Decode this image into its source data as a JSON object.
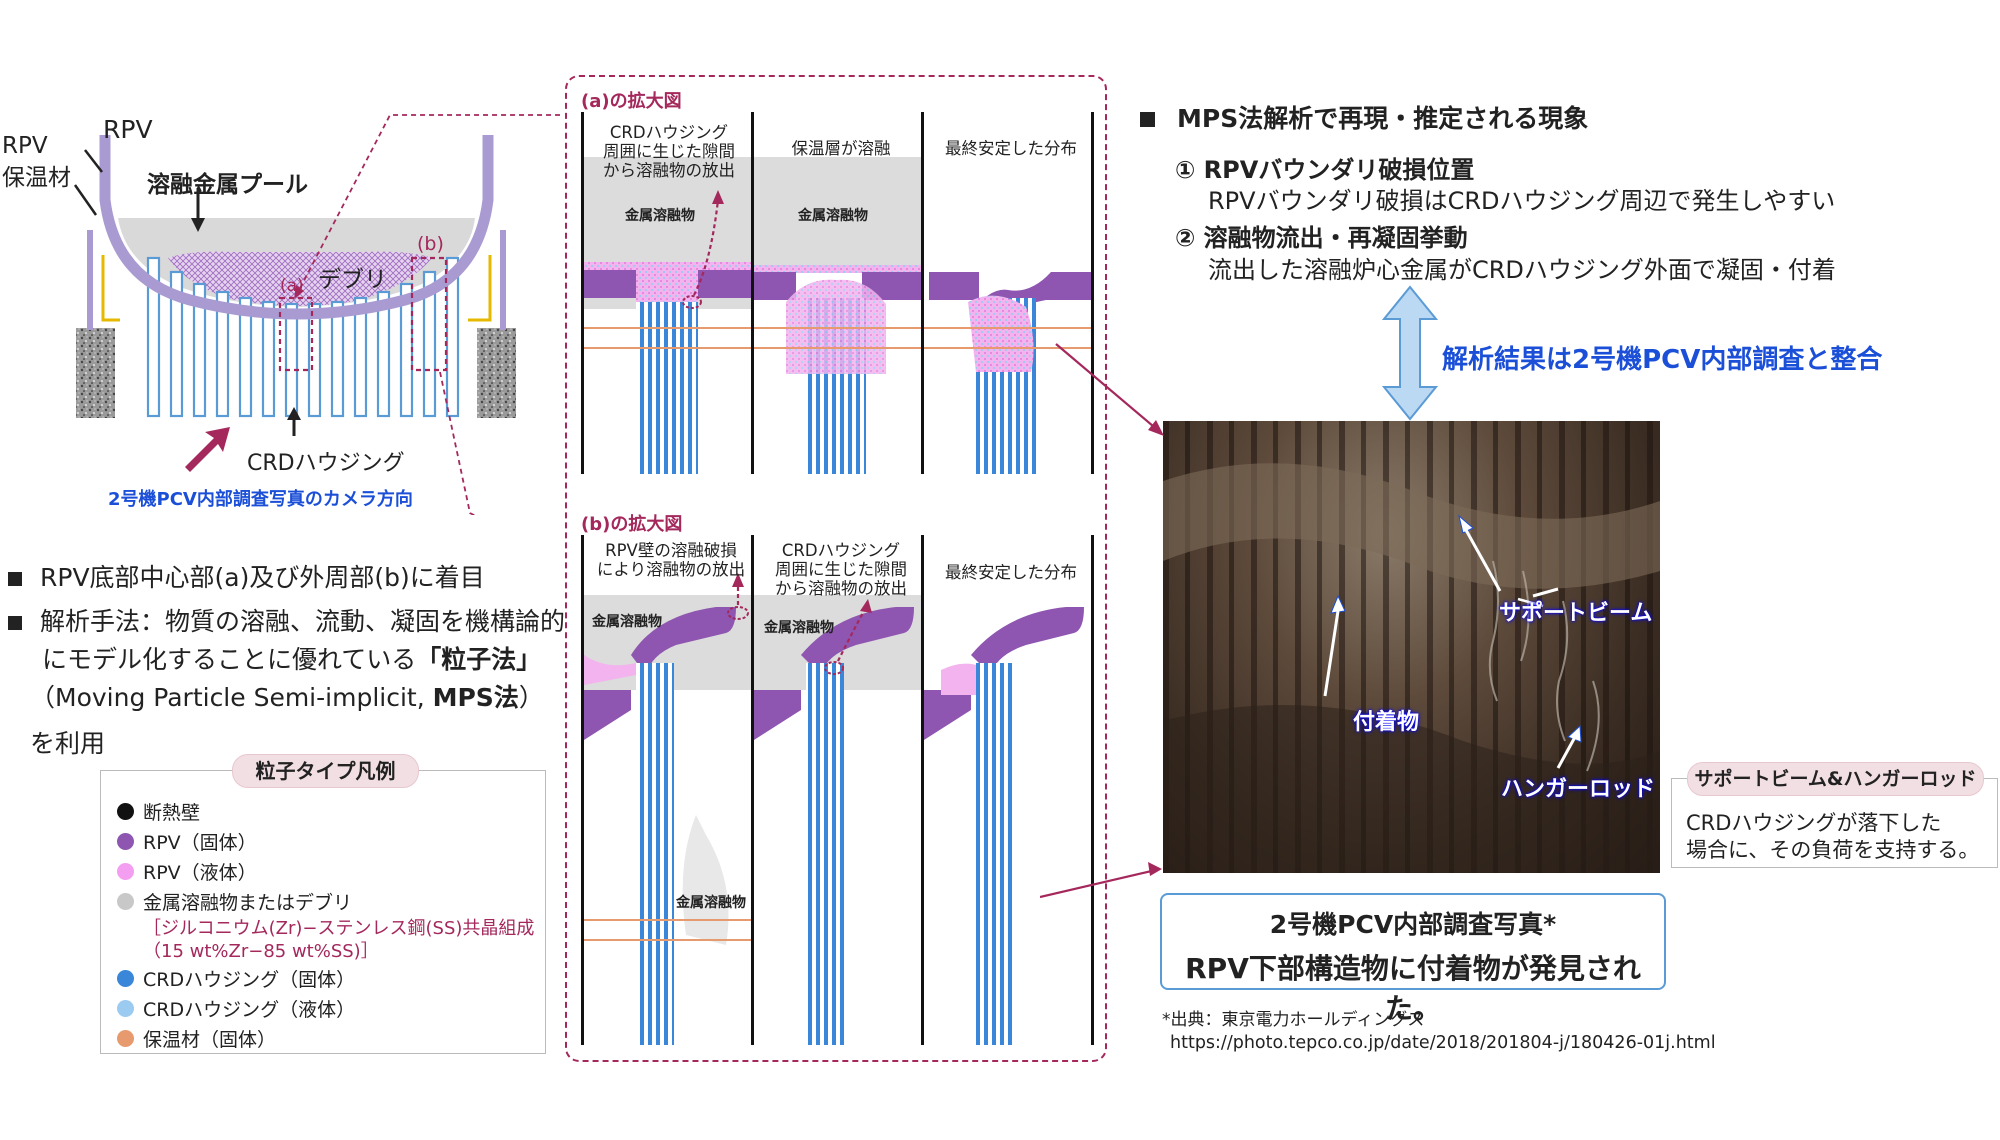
{
  "left_diagram": {
    "label_rpv_top": "RPV",
    "label_rpv_insulation_1": "RPV",
    "label_rpv_insulation_2": "保温材",
    "label_pool": "溶融金属プール",
    "label_debris": "デブリ",
    "label_a": "(a)",
    "label_b": "(b)",
    "label_crd": "CRDハウジング",
    "label_camera": "2号機PCV内部調査写真のカメラ方向"
  },
  "bullets": [
    {
      "text": "RPV底部中心部(a)及び外周部(b)に着目"
    },
    {
      "text": "解析手法：物質の溶融、流動、凝固を機構論的"
    }
  ],
  "bullet2_line2_pre": "にモデル化することに優れている",
  "bullet2_line2_bold": "「粒子法」",
  "bullet2_line3_pre": "（Moving Particle Semi-implicit, ",
  "bullet2_line3_bold": "MPS法",
  "bullet2_line3_post": "）を利用",
  "legend": {
    "title": "粒子タイプ凡例",
    "items": [
      {
        "label": "断熱壁",
        "color": "#111111"
      },
      {
        "label": "RPV（固体）",
        "color": "#8e56b0"
      },
      {
        "label": "RPV（液体）",
        "color": "#f39ef0"
      },
      {
        "label": "金属溶融物またはデブリ",
        "color": "#c8c8c8"
      },
      {
        "label": "CRDハウジング（固体）",
        "color": "#3a86d9"
      },
      {
        "label": "CRDハウジング（液体）",
        "color": "#9ccbf2"
      },
      {
        "label": "保温材（固体）",
        "color": "#e69a6e"
      }
    ],
    "sub_line1": "［ジルコニウム(Zr)−ステンレス鋼(SS)共晶組成",
    "sub_line2": "（15 wt%Zr−85 wt%SS)］"
  },
  "panel": {
    "a_title": "(a)の拡大図",
    "a_captions": [
      "CRDハウジング\n周囲に生じた隙間\nから溶融物の放出",
      "保温層が溶融",
      "最終安定した分布"
    ],
    "a_metal_label": "金属溶融物",
    "b_title": "(b)の拡大図",
    "b_captions": [
      "RPV壁の溶融破損\nにより溶融物の放出",
      "CRDハウジング\n周囲に生じた隙間\nから溶融物の放出",
      "最終安定した分布"
    ],
    "b_metal_label": "金属溶融物"
  },
  "right": {
    "title": "MPS法解析で再現・推定される現象",
    "item1_head": "① RPVバウンダリ破損位置",
    "item1_body": "RPVバウンダリ破損はCRDハウジング周辺で発生しやすい",
    "item2_head": "② 溶融物流出・再凝固挙動",
    "item2_body": "流出した溶融炉心金属がCRDハウジング外面で凝固・付着",
    "agreement": "解析結果は2号機PCV内部調査と整合",
    "photo_labels": {
      "support_beam": "サポートビーム",
      "deposit": "付着物",
      "hanger_rod": "ハンガーロッド"
    },
    "caption_line1": "2号機PCV内部調査写真*",
    "caption_line2": "RPV下部構造物に付着物が発見された。",
    "source_line1": "*出典：東京電力ホールディングス",
    "source_line2": "https://photo.tepco.co.jp/date/2018/201804-j/180426-01j.html",
    "sb_title": "サポートビーム&ハンガーロッド",
    "sb_line1": "CRDハウジングが落下した",
    "sb_line2": "場合に、その負荷を支持する。"
  },
  "colors": {
    "rpv": "#a99bd1",
    "accent": "#a4285c",
    "crd": "#5b9bd5",
    "blue_text": "#1b4fd8"
  }
}
